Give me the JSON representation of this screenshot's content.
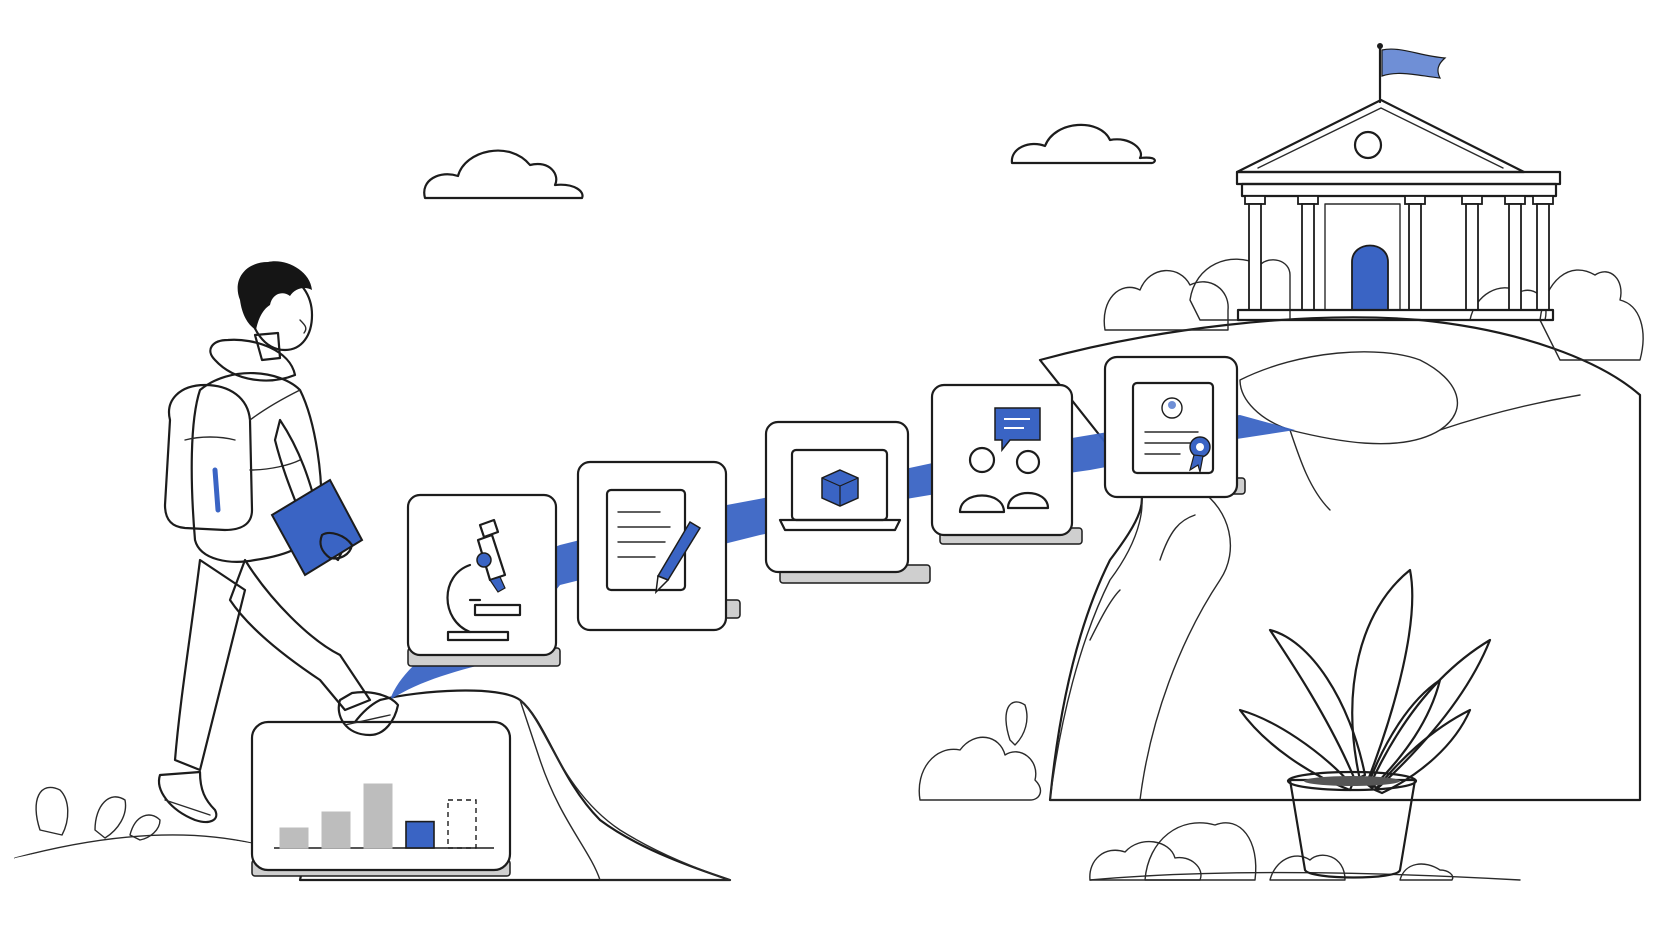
{
  "colors": {
    "accent": "#3a64c4",
    "accent_light": "#6f8fd6",
    "ink": "#1c1c1c",
    "grey": "#d9d9d9",
    "light_grey": "#ececec",
    "background": "#ffffff"
  },
  "scene": {
    "figure": "student-with-backpack-walking",
    "path": "blue-path-of-tiles-to-university",
    "destination": "university-building-on-hill",
    "steps": [
      {
        "icon": "bar-chart-icon"
      },
      {
        "icon": "microscope-icon"
      },
      {
        "icon": "document-pen-icon"
      },
      {
        "icon": "laptop-cube-icon"
      },
      {
        "icon": "people-discussion-icon"
      },
      {
        "icon": "certificate-icon"
      }
    ],
    "bar_chart": {
      "values": [
        0.25,
        0.45,
        0.8,
        0.33,
        0.6
      ],
      "highlight_index": 3,
      "dashed_index": 4
    }
  }
}
